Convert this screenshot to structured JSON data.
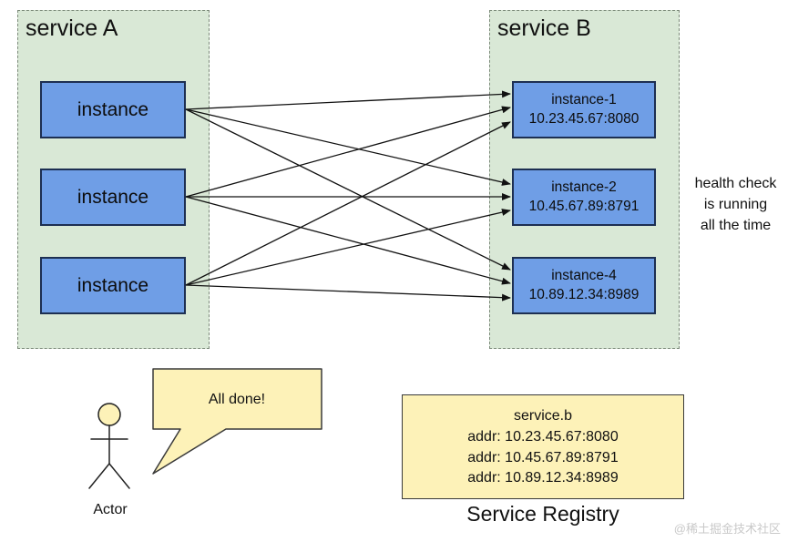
{
  "service_a": {
    "title": "service A",
    "instances": [
      "instance",
      "instance",
      "instance"
    ]
  },
  "service_b": {
    "title": "service B",
    "instances": [
      {
        "name": "instance-1",
        "addr": "10.23.45.67:8080"
      },
      {
        "name": "instance-2",
        "addr": "10.45.67.89:8791"
      },
      {
        "name": "instance-4",
        "addr": "10.89.12.34:8989"
      }
    ]
  },
  "health_note": [
    "health check",
    "is running",
    "all the time"
  ],
  "actor": {
    "label": "Actor",
    "speech": "All done!"
  },
  "registry": {
    "service": "service.b",
    "entries": [
      "addr: 10.23.45.67:8080",
      "addr: 10.45.67.89:8791",
      "addr: 10.89.12.34:8989"
    ],
    "caption": "Service Registry"
  },
  "watermark": "@稀土掘金技术社区",
  "colors": {
    "group_fill": "#d9e8d6",
    "box_fill": "#6f9ee6",
    "box_border": "#1d2f52",
    "note_fill": "#fdf2b8",
    "actor_head": "#fdf2b8"
  }
}
